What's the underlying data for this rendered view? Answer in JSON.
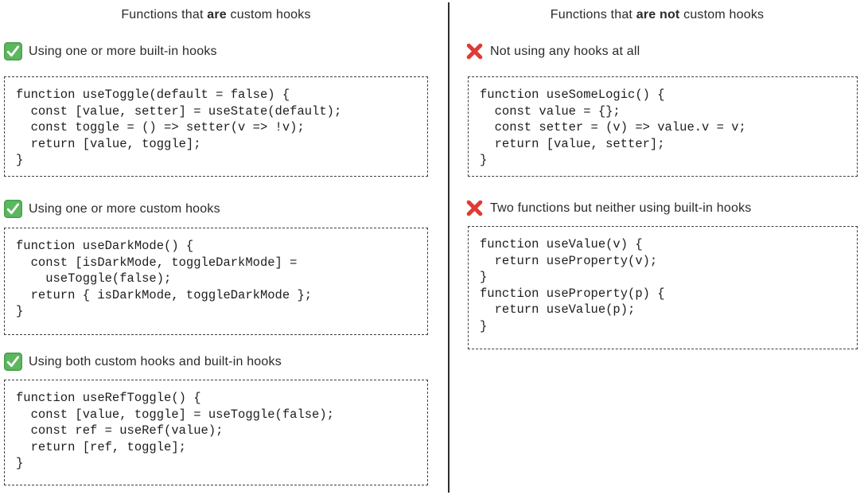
{
  "colors": {
    "check_green": "#5CB75F",
    "check_green_border": "#47A04E",
    "cross_red": "#E03A34",
    "text": "#1d1d1d",
    "box_border": "#3f3f3f",
    "divider": "#2e2e2e"
  },
  "columns": [
    {
      "title": {
        "prefix": "Functions that ",
        "bold": "are",
        "suffix": " custom hooks"
      },
      "sections": [
        {
          "label": "Using one or more built-in hooks",
          "code": "function useToggle(default = false) {\n  const [value, setter] = useState(default);\n  const toggle = () => setter(v => !v);\n  return [value, toggle];\n}"
        },
        {
          "label": "Using one or more custom hooks",
          "code": "function useDarkMode() {\n  const [isDarkMode, toggleDarkMode] =\n    useToggle(false);\n  return { isDarkMode, toggleDarkMode };\n}"
        },
        {
          "label": "Using both custom hooks and built-in hooks",
          "code": "function useRefToggle() {\n  const [value, toggle] = useToggle(false);\n  const ref = useRef(value);\n  return [ref, toggle];\n}"
        }
      ]
    },
    {
      "title": {
        "prefix": "Functions that ",
        "bold": "are not",
        "suffix": " custom hooks"
      },
      "sections": [
        {
          "label": "Not using any hooks at all",
          "code": "function useSomeLogic() {\n  const value = {};\n  const setter = (v) => value.v = v;\n  return [value, setter];\n}"
        },
        {
          "label": "Two functions but neither using built-in hooks",
          "code": "function useValue(v) {\n  return useProperty(v);\n}\nfunction useProperty(p) {\n  return useValue(p);\n}"
        }
      ]
    }
  ]
}
